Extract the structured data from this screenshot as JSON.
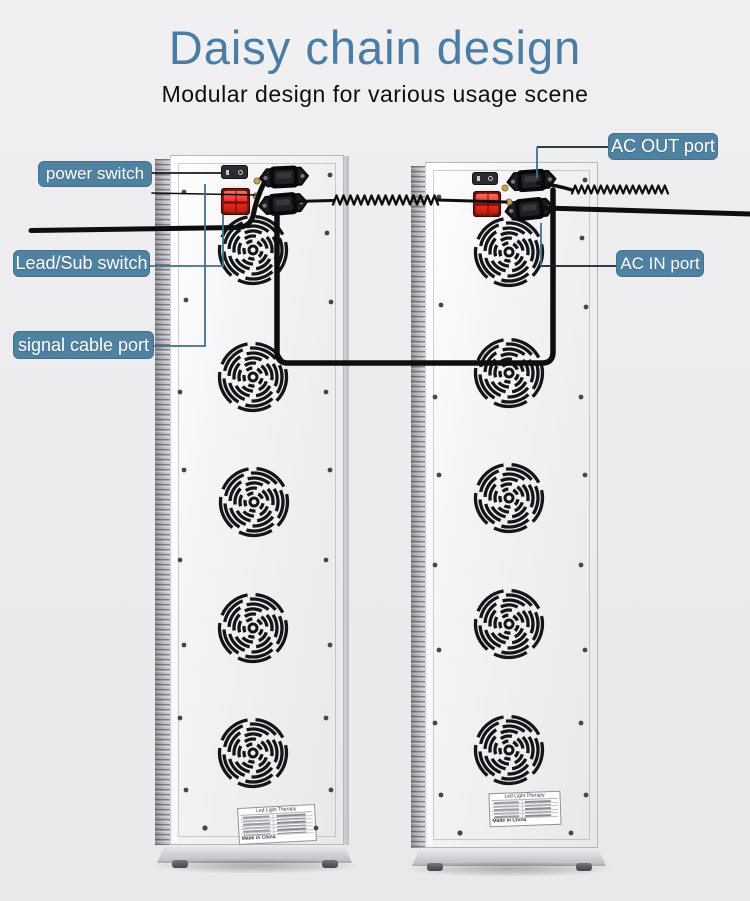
{
  "header": {
    "title": "Daisy chain design",
    "subtitle": "Modular design for various usage scene"
  },
  "callouts": {
    "power_switch": "power switch",
    "lead_sub_switch": "Lead/Sub switch",
    "signal_cable_port": "signal cable port",
    "ac_out_port": "AC OUT port",
    "ac_in_port": "AC IN port"
  },
  "sticker": {
    "title": "Led Light Therapy",
    "footer": "Made in China"
  },
  "icons": {
    "fan_grille": "concentric-arc-swirl cutout",
    "power_switch": "black rocker switch",
    "lead_sub_switch": "red illuminated rocker switch",
    "iec_port": "black IEC power socket with plug",
    "signal_jack": "gold 3.5mm jack",
    "coiled_cable": "black spring coiled cable"
  },
  "colors": {
    "accent": "#4f81a1",
    "title": "#4a7ca4",
    "switch_red": "#e33128",
    "cable": "#0e0e10",
    "callout_line_teal": "#3f718f",
    "background": "#ebebed"
  }
}
